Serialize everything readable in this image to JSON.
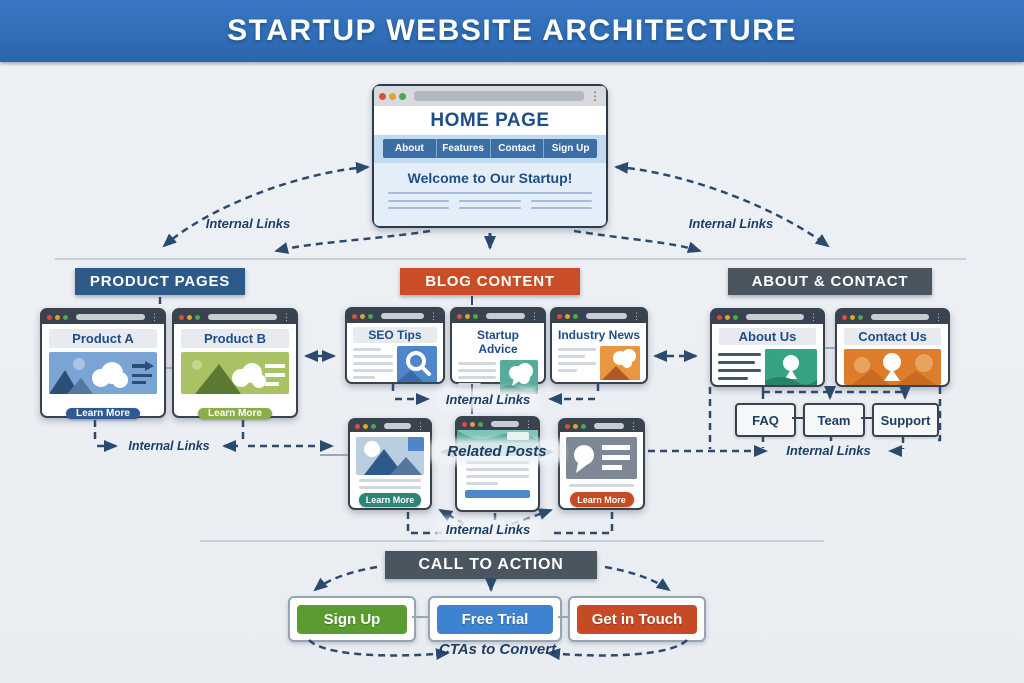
{
  "header": {
    "title": "STARTUP WEBSITE ARCHITECTURE"
  },
  "home": {
    "title": "HOME PAGE",
    "nav": [
      "About",
      "Features",
      "Contact",
      "Sign Up"
    ],
    "headline": "Welcome to Our Startup!"
  },
  "sections": {
    "products": {
      "label": "PRODUCT PAGES"
    },
    "blog": {
      "label": "BLOG CONTENT"
    },
    "about": {
      "label": "ABOUT & CONTACT"
    }
  },
  "products": {
    "a": {
      "title": "Product A",
      "button": "Learn More"
    },
    "b": {
      "title": "Product B",
      "button": "Learn More"
    }
  },
  "blog": {
    "seo": {
      "title": "SEO Tips"
    },
    "advice": {
      "title": "Startup Advice"
    },
    "news": {
      "title": "Industry News"
    }
  },
  "about": {
    "about_us": {
      "title": "About Us"
    },
    "contact_us": {
      "title": "Contact Us"
    },
    "subpages": {
      "faq": "FAQ",
      "team": "Team",
      "support": "Support"
    }
  },
  "related": {
    "label": "Related Posts",
    "left_button": "Learn More",
    "right_button": "Learn More"
  },
  "cta": {
    "header": "CALL TO ACTION",
    "signup": "Sign Up",
    "trial": "Free Trial",
    "touch": "Get in Touch",
    "caption": "CTAs to Convert"
  },
  "labels": {
    "internal_links": "Internal Links"
  },
  "colors": {
    "header_bar": "#2f6fb8",
    "products_header": "#2e5a8a",
    "blog_header": "#c94e26",
    "about_header": "#4a5560",
    "signup_green": "#5a9c31",
    "trial_blue": "#3e83cf",
    "touch_orange": "#c64a23",
    "learn_more_navy": "#2d5a92",
    "learn_more_green": "#8aad4a",
    "learn_more_teal": "#2e8576",
    "learn_more_red": "#c64a23",
    "arrow": "#2c4a6e"
  }
}
